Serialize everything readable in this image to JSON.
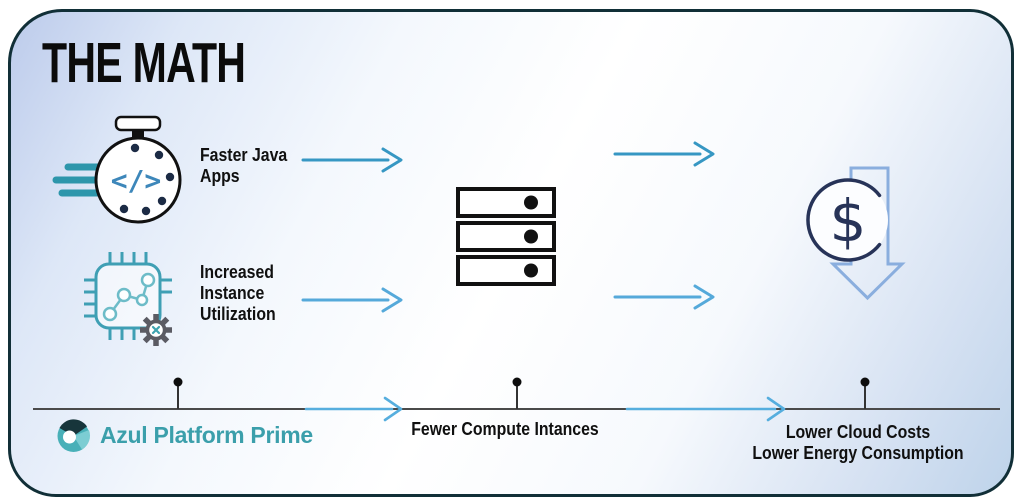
{
  "title": "THE MATH",
  "flow": {
    "inputs": [
      {
        "icon": "stopwatch-code-icon",
        "label": "Faster Java\nApps"
      },
      {
        "icon": "chip-gear-icon",
        "label": "Increased\nInstance\nUtilization"
      }
    ],
    "middle_icon": "server-stack-icon",
    "output_icon": "dollar-down-arrow-icon"
  },
  "timeline": {
    "labels": [
      "Fewer Compute Intances",
      "Lower Cloud Costs\nLower Energy Consumption"
    ]
  },
  "footer": {
    "brand": "Azul Platform Prime"
  },
  "colors": {
    "card_border": "#112f37",
    "flow_arrow_top": "#3697c3",
    "flow_arrow_bottom": "#55a9da",
    "timeline_line": "#4a4a4a",
    "timeline_arrow": "#56aede",
    "brand_teal": "#3b9fab",
    "stopwatch_code_blue": "#3d87ba",
    "speed_lines_teal": "#2d96ab",
    "chip_teal": "#3f9fb4",
    "gear_gray": "#5b5b63",
    "dollar_navy": "#273358",
    "cost_arrow_blue": "#8aaede"
  }
}
